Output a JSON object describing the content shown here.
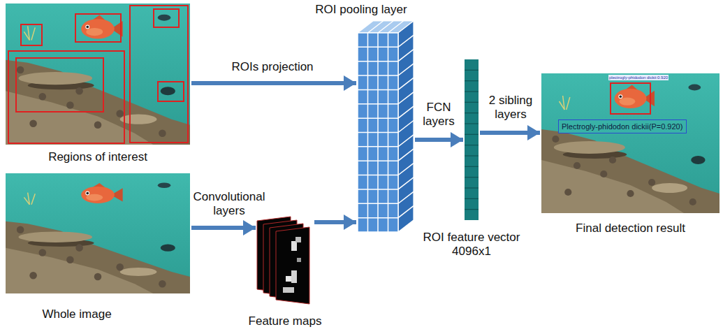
{
  "diagram": {
    "nodes": [
      {
        "text": [
          "Regions of interest"
        ]
      },
      {
        "text": [
          "Whole image"
        ]
      },
      {
        "text": [
          "Feature maps"
        ]
      },
      {
        "text": [
          "ROI pooling layer"
        ]
      },
      {
        "text": [
          "ROI feature vector 4096x1"
        ]
      },
      {
        "text": [
          "Final detection result"
        ]
      },
      {
        "text": [
          "Plectrogly-phidodon dickii(P=0.920)"
        ],
        "in": 5
      }
    ],
    "edges": [
      {
        "from": 0,
        "to": 3,
        "label": "ROIs projection",
        "arrow": "to"
      },
      {
        "from": 1,
        "to": 2,
        "label": "Convolutional layers",
        "arrow": "to"
      },
      {
        "from": 2,
        "to": 3,
        "arrow": "to"
      },
      {
        "from": 3,
        "to": 4,
        "label": "FCN layers",
        "arrow": "to"
      },
      {
        "from": 4,
        "to": 5,
        "label": "2 sibling layers",
        "arrow": "to"
      }
    ],
    "labels": [
      "plectrogly-phidodon dickii:0.920"
    ]
  }
}
